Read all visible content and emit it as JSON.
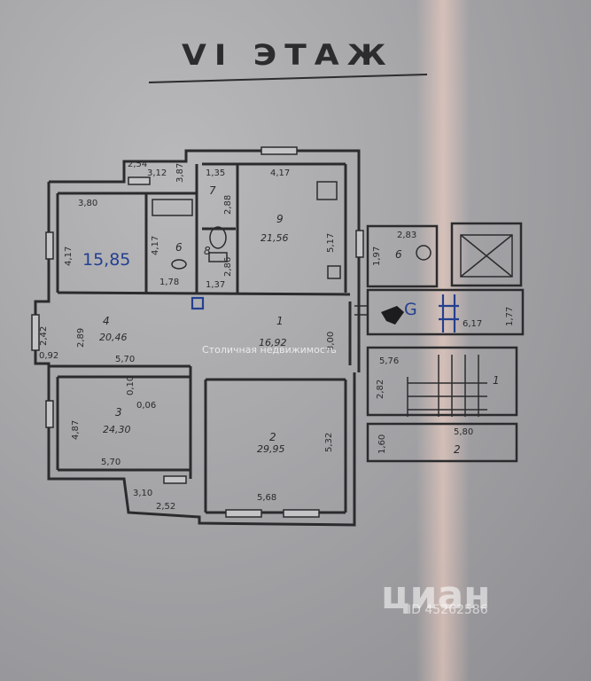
{
  "title": "VI ЭТАЖ",
  "rooms": [
    {
      "id": "room-9",
      "number": "9",
      "area": "21,56"
    },
    {
      "id": "room-7",
      "number": "7",
      "area": ""
    },
    {
      "id": "room-8",
      "number": "8",
      "area": ""
    },
    {
      "id": "room-6",
      "number": "6",
      "area": ""
    },
    {
      "id": "room-15",
      "number": "",
      "area": "15,85"
    },
    {
      "id": "room-4",
      "number": "4",
      "area": "20,46"
    },
    {
      "id": "room-1",
      "number": "1",
      "area": "16,92"
    },
    {
      "id": "room-3",
      "number": "3",
      "area": "24,30"
    },
    {
      "id": "room-2",
      "number": "2",
      "area": "29,95"
    }
  ],
  "dimensions": {
    "d254": "2,54",
    "d312": "3,12",
    "d387": "3,87",
    "d135": "1,35",
    "d417top": "4,17",
    "d380": "3,80",
    "d417a": "4,17",
    "d417b": "4,17",
    "d178": "1,78",
    "d137": "1,37",
    "d288": "2,88",
    "d286": "2,86",
    "d517": "5,17",
    "d242": "2,42",
    "d092": "0,92",
    "d289": "2,89",
    "d570a": "5,70",
    "d300": "3,00",
    "d010": "0,10",
    "d006": "0,06",
    "d487": "4,87",
    "d570b": "5,70",
    "d310": "3,10",
    "d252": "2,52",
    "d532": "5,32",
    "d568": "5,68"
  },
  "stair": {
    "r6_dim": "2,83",
    "r6_side": "1,97",
    "r6_num": "6",
    "corridor_dim": "6,17",
    "corridor_side": "1,77",
    "r1_dim": "5,76",
    "r1_side": "2,82",
    "r1_num": "1",
    "r2_dim": "5,80",
    "r2_side": "1,60",
    "r2_num": "2"
  },
  "handwritten": {
    "entry_mark": "G"
  },
  "watermark": {
    "center": "Столичная недвижимость",
    "brand": "циан",
    "id": "ID 45262586"
  }
}
